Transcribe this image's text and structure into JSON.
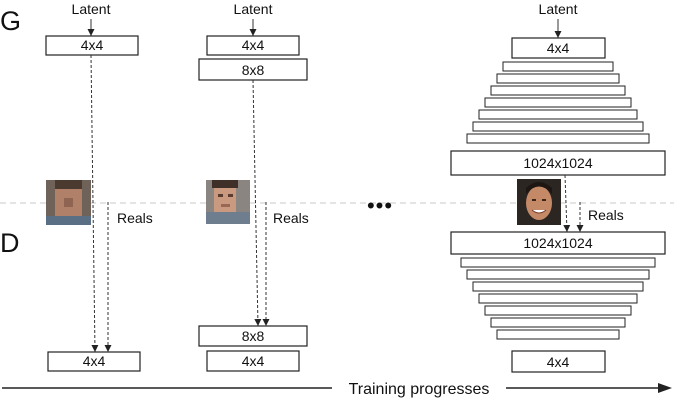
{
  "section_labels": {
    "generator": "G",
    "discriminator": "D"
  },
  "latent_label": "Latent",
  "reals_label": "Reals",
  "ellipsis": "•••",
  "timeline_label": "Training progresses",
  "stage1": {
    "g_boxes": [
      "4x4"
    ],
    "d_boxes": [
      "4x4"
    ]
  },
  "stage2": {
    "g_boxes": [
      "4x4",
      "8x8"
    ],
    "d_boxes": [
      "8x8",
      "4x4"
    ]
  },
  "stage3": {
    "g_top": "4x4",
    "g_bottom": "1024x1024",
    "d_top": "1024x1024",
    "d_bottom": "4x4"
  },
  "colors": {
    "stroke": "#222222",
    "separator": "#c8c8c8",
    "text": "#111111"
  }
}
